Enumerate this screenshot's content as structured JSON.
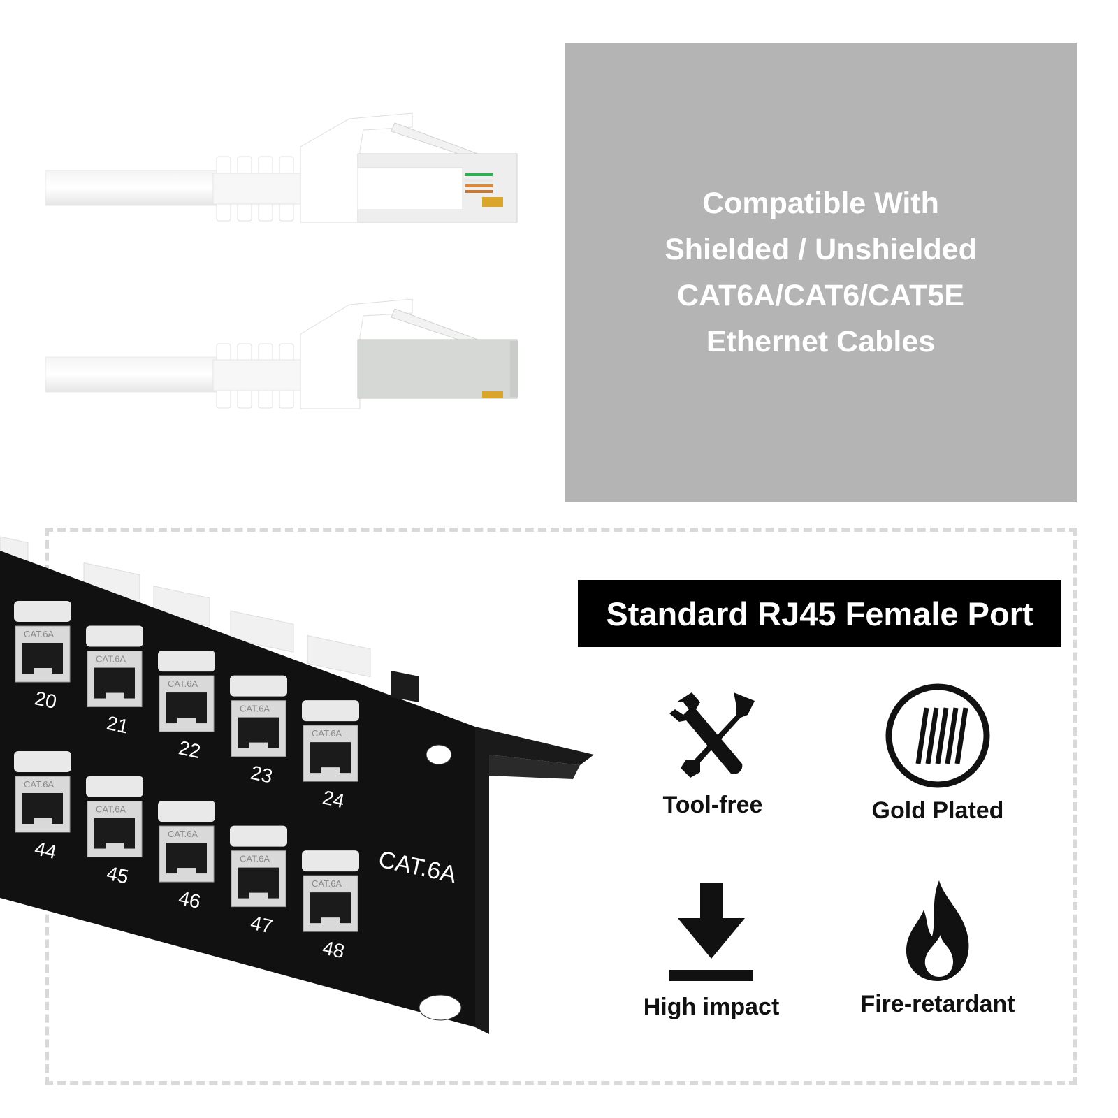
{
  "compat": {
    "lines": [
      "Compatible With",
      "Shielded / Unshielded",
      "CAT6A/CAT6/CAT5E",
      "Ethernet Cables"
    ]
  },
  "title": "Standard RJ45 Female Port",
  "features": [
    {
      "label": "Tool-free",
      "icon": "wrench-screwdriver-icon"
    },
    {
      "label": "Gold Plated",
      "icon": "gold-contacts-icon"
    },
    {
      "label": "High impact",
      "icon": "impact-arrow-icon"
    },
    {
      "label": "Fire-retardant",
      "icon": "flame-icon"
    }
  ],
  "panel": {
    "brand_label": "CAT.6A",
    "side_number": "48",
    "jack_label": "CAT.6A",
    "top_row_ports": [
      "20",
      "21",
      "22",
      "23",
      "24"
    ],
    "bottom_row_ports": [
      "44",
      "45",
      "46",
      "47",
      "48"
    ]
  },
  "colors": {
    "panel_grey": "#b4b4b4",
    "banner_black": "#000000",
    "dash_grey": "#d9d9d9",
    "patch_panel": "#111111",
    "jack_silver": "#dcdcdc"
  }
}
